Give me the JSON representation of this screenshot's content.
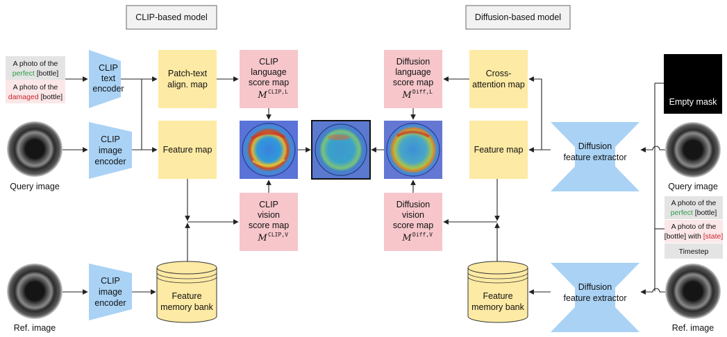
{
  "headers": {
    "clip": "CLIP-based model",
    "diffusion": "Diffusion-based model"
  },
  "prompts_left": {
    "p1_l1": "A photo of the",
    "p1_kw": "perfect",
    "p1_tail": "[bottle]",
    "p2_l1": "A photo of the",
    "p2_kw": "damaged",
    "p2_tail": "[bottle]"
  },
  "clip_text_encoder": [
    "CLIP",
    "text",
    "encoder"
  ],
  "clip_image_encoder_q": [
    "CLIP",
    "image",
    "encoder"
  ],
  "clip_image_encoder_r": [
    "CLIP",
    "image",
    "encoder"
  ],
  "patch_text_map": [
    "Patch-text",
    "align. map"
  ],
  "feature_map_left": "Feature map",
  "memory_bank_left": [
    "Feature",
    "memory bank"
  ],
  "clip_lang_score": {
    "lines": [
      "CLIP",
      "language",
      "score map"
    ],
    "sym": "M",
    "sup": "CLIP,L"
  },
  "clip_vision_score": {
    "lines": [
      "CLIP",
      "vision",
      "score map"
    ],
    "sym": "M",
    "sup": "CLIP,V"
  },
  "diff_lang_score": {
    "lines": [
      "Diffusion",
      "language",
      "score map"
    ],
    "sym": "M",
    "sup": "Diff,L"
  },
  "diff_vision_score": {
    "lines": [
      "Diffusion",
      "vision",
      "score map"
    ],
    "sym": "M",
    "sup": "Diff,V"
  },
  "cross_attention": [
    "Cross-",
    "attention map"
  ],
  "feature_map_right": "Feature map",
  "memory_bank_right": [
    "Feature",
    "memory bank"
  ],
  "diff_extractor_top": [
    "Diffusion",
    "feature extractor"
  ],
  "diff_extractor_bottom": [
    "Diffusion",
    "feature extractor"
  ],
  "empty_mask": "Empty mask",
  "prompts_right": {
    "p1_l1": "A photo of the",
    "p1_kw": "perfect",
    "p1_tail": "[bottle]",
    "p2_l1": "A photo of the",
    "p2_l2a": "[bottle] with",
    "p2_kw": "[state]",
    "timestep": "Timestep"
  },
  "captions": {
    "query_left": "Query image",
    "ref_left": "Ref. image",
    "query_right": "Query image",
    "ref_right": "Ref. image"
  },
  "colors": {
    "encoder_blue": "#a9d2f5",
    "yellow": "#fdeaa4",
    "pink": "#f6c6cb",
    "keyword_green": "#2e9b48",
    "keyword_red": "#c8252c",
    "prompt_grey": "#e4e4e4",
    "prompt_pink": "#fbe7e8"
  }
}
